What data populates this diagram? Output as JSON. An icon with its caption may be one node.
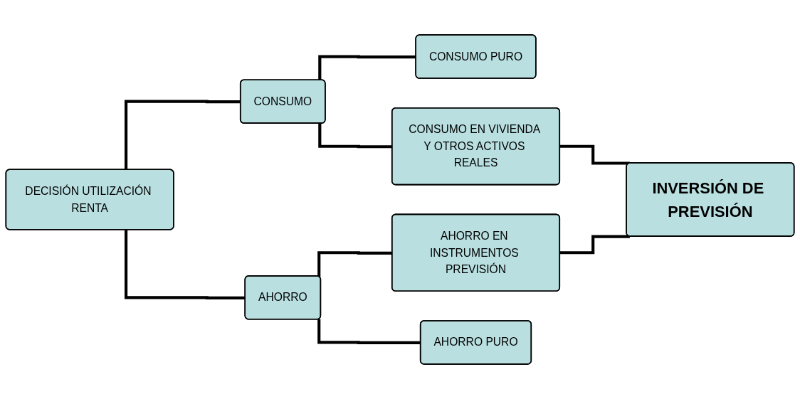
{
  "diagram": {
    "nodes": [
      {
        "text": [
          "DECISIÓN UTILIZACIÓN RENTA"
        ]
      },
      {
        "text": [
          "CONSUMO"
        ]
      },
      {
        "text": [
          "AHORRO"
        ]
      },
      {
        "text": [
          "CONSUMO PURO"
        ]
      },
      {
        "text": [
          "CONSUMO EN VIVIENDA Y OTROS ACTIVOS REALES"
        ]
      },
      {
        "text": [
          "AHORRO EN INSTRUMENTOS PREVISIÓN"
        ]
      },
      {
        "text": [
          "AHORRO PURO"
        ]
      },
      {
        "text": [
          "INVERSIÓN DE PREVISIÓN"
        ]
      }
    ],
    "edges": [
      {
        "from": 0,
        "to": 1,
        "arrow": "none"
      },
      {
        "from": 0,
        "to": 2,
        "arrow": "none"
      },
      {
        "from": 1,
        "to": 3,
        "arrow": "none"
      },
      {
        "from": 1,
        "to": 4,
        "arrow": "none"
      },
      {
        "from": 2,
        "to": 5,
        "arrow": "none"
      },
      {
        "from": 2,
        "to": 6,
        "arrow": "none"
      },
      {
        "from": 4,
        "to": 7,
        "arrow": "none"
      },
      {
        "from": 5,
        "to": 7,
        "arrow": "none"
      }
    ]
  }
}
